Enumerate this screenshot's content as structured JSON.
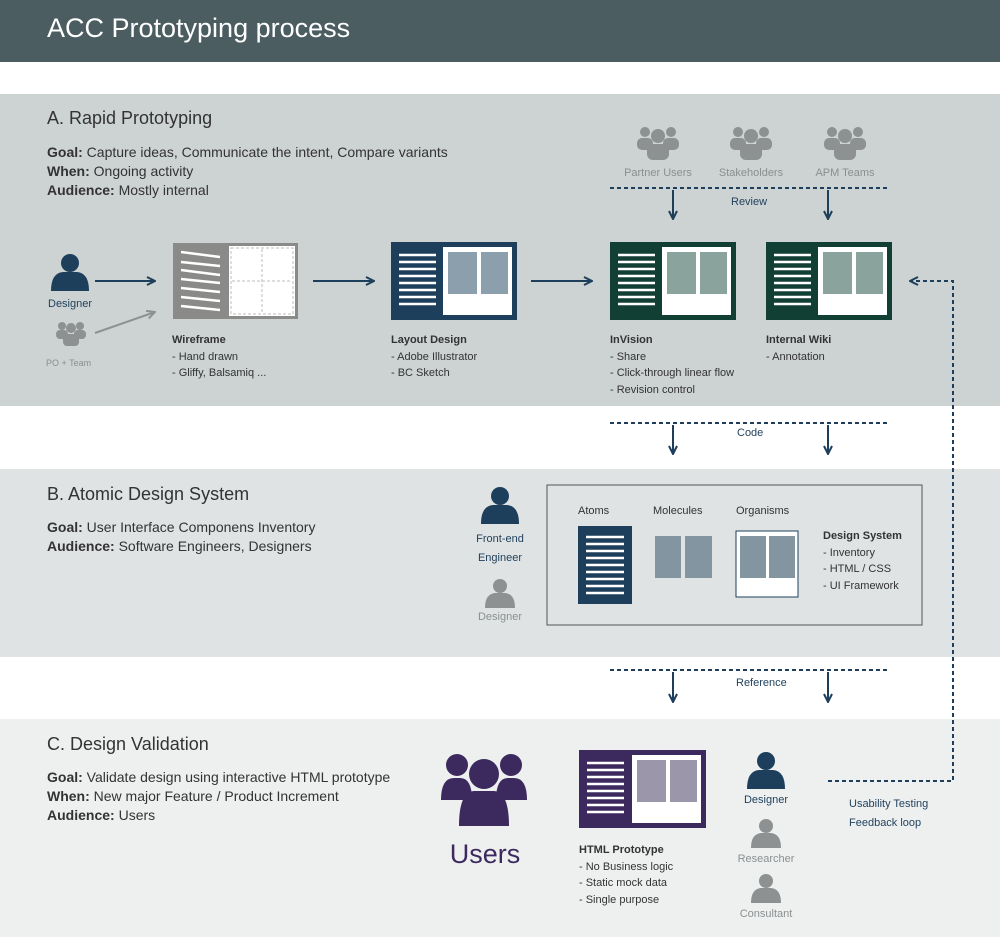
{
  "title": "ACC Prototyping process",
  "sectionA": {
    "title": "A. Rapid Prototyping",
    "goal_label": "Goal:",
    "goal": "Capture ideas, Communicate the intent, Compare variants",
    "when_label": "When:",
    "when": "Ongoing activity",
    "audience_label": "Audience:",
    "audience": "Mostly internal",
    "reviewers": [
      "Partner Users",
      "Stakeholders",
      "APM Teams"
    ],
    "review_label": "Review",
    "designer": "Designer",
    "po_team": "PO + Team",
    "wireframe": {
      "title": "Wireframe",
      "items": [
        "- Hand drawn",
        "- Gliffy, Balsamiq ..."
      ]
    },
    "layout": {
      "title": "Layout Design",
      "items": [
        "- Adobe Illustrator",
        "- BC Sketch"
      ]
    },
    "invision": {
      "title": "InVision",
      "items": [
        "- Share",
        "- Click-through linear flow",
        "- Revision control"
      ]
    },
    "wiki": {
      "title": "Internal Wiki",
      "items": [
        "- Annotation"
      ]
    }
  },
  "code_label": "Code",
  "sectionB": {
    "title": "B. Atomic Design System",
    "goal_label": "Goal:",
    "goal": "User Interface Componens Inventory",
    "audience_label": "Audience:",
    "audience": "Software Engineers, Designers",
    "frontend1": "Front-end",
    "frontend2": "Engineer",
    "designer": "Designer",
    "atoms": "Atoms",
    "molecules": "Molecules",
    "organisms": "Organisms",
    "ds": {
      "title": "Design System",
      "items": [
        "- Inventory",
        "- HTML / CSS",
        "- UI Framework"
      ]
    }
  },
  "reference_label": "Reference",
  "sectionC": {
    "title": "C. Design Validation",
    "goal_label": "Goal:",
    "goal": "Validate design using interactive HTML prototype",
    "when_label": "When:",
    "when": "New major Feature / Product Increment",
    "audience_label": "Audience:",
    "audience": "Users",
    "users": "Users",
    "html": {
      "title": "HTML Prototype",
      "items": [
        "- No Business logic",
        "- Static mock data",
        "- Single purpose"
      ]
    },
    "designer": "Designer",
    "researcher": "Researcher",
    "consultant": "Consultant",
    "usability": "Usability Testing",
    "feedback": "Feedback loop"
  },
  "colors": {
    "header": "#4b5d61",
    "navy": "#1e3f5c",
    "dark_green": "#123f34",
    "purple": "#3c2a5e",
    "gray_person": "#8d9192",
    "wireframe_gray": "#8a8a89"
  }
}
